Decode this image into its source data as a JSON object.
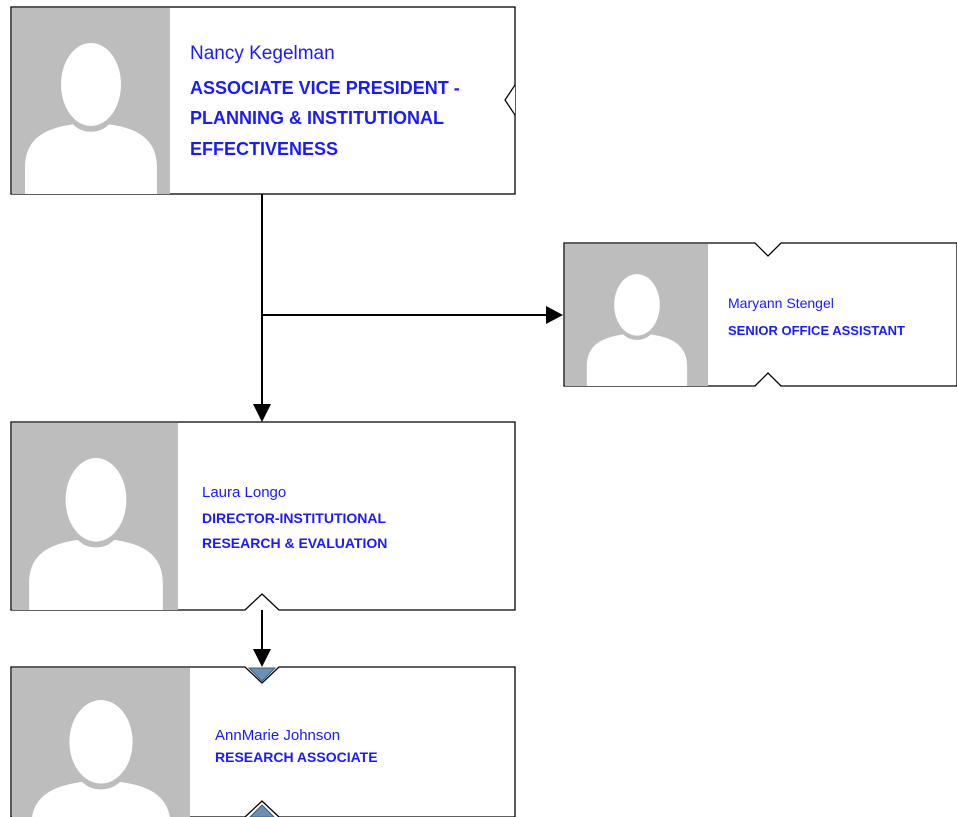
{
  "diagram_type": "org-chart",
  "colors": {
    "text": "#1a1aff",
    "photo_placeholder": "#bdbdbd",
    "expander": "#6d8fb1",
    "line": "#000000"
  },
  "nodes": [
    {
      "name": "Nancy Kegelman",
      "title_lines": [
        "ASSOCIATE VICE PRESIDENT -",
        "PLANNING & INSTITUTIONAL",
        "EFFECTIVENESS"
      ],
      "icon": "default-avatar-icon"
    },
    {
      "name": "Maryann Stengel",
      "title_lines": [
        "SENIOR OFFICE ASSISTANT"
      ],
      "icon": "default-avatar-icon"
    },
    {
      "name": "Laura Longo",
      "title_lines": [
        "DIRECTOR-INSTITUTIONAL",
        "RESEARCH & EVALUATION"
      ],
      "icon": "default-avatar-icon"
    },
    {
      "name": "AnnMarie Johnson",
      "title_lines": [
        "RESEARCH ASSOCIATE"
      ],
      "icon": "default-avatar-icon"
    }
  ],
  "edges": [
    {
      "from": "Nancy Kegelman",
      "to": "Maryann Stengel",
      "type": "assistant"
    },
    {
      "from": "Nancy Kegelman",
      "to": "Laura Longo",
      "type": "reports"
    },
    {
      "from": "Laura Longo",
      "to": "AnnMarie Johnson",
      "type": "reports"
    }
  ]
}
